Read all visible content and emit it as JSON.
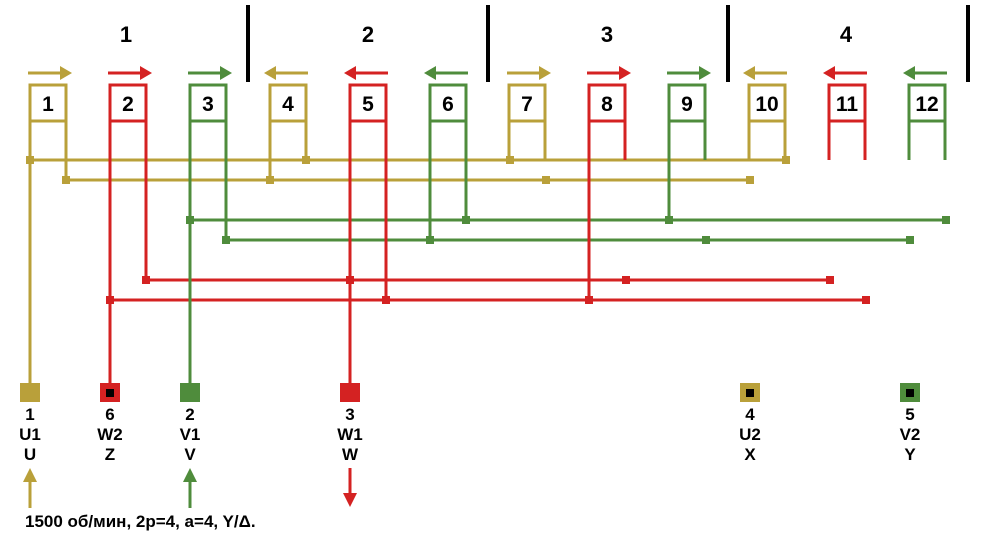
{
  "colors": {
    "phase_u": "#b9a03a",
    "phase_v": "#4f8c3c",
    "phase_w": "#d42222",
    "separator": "#000000"
  },
  "groups": [
    "1",
    "2",
    "3",
    "4"
  ],
  "coils": [
    {
      "label": "1",
      "phase": "u",
      "direction": "right"
    },
    {
      "label": "2",
      "phase": "w",
      "direction": "right"
    },
    {
      "label": "3",
      "phase": "v",
      "direction": "right"
    },
    {
      "label": "4",
      "phase": "u",
      "direction": "left"
    },
    {
      "label": "5",
      "phase": "w",
      "direction": "left"
    },
    {
      "label": "6",
      "phase": "v",
      "direction": "left"
    },
    {
      "label": "7",
      "phase": "u",
      "direction": "right"
    },
    {
      "label": "8",
      "phase": "w",
      "direction": "right"
    },
    {
      "label": "9",
      "phase": "v",
      "direction": "right"
    },
    {
      "label": "10",
      "phase": "u",
      "direction": "left"
    },
    {
      "label": "11",
      "phase": "w",
      "direction": "left"
    },
    {
      "label": "12",
      "phase": "v",
      "direction": "left"
    }
  ],
  "terminals": [
    {
      "number": "1",
      "code": "U1",
      "old_code": "U",
      "phase": "u",
      "end": false,
      "arrow": "up"
    },
    {
      "number": "6",
      "code": "W2",
      "old_code": "Z",
      "phase": "w",
      "end": true,
      "arrow": ""
    },
    {
      "number": "2",
      "code": "V1",
      "old_code": "V",
      "phase": "v",
      "end": false,
      "arrow": "up"
    },
    {
      "number": "3",
      "code": "W1",
      "old_code": "W",
      "phase": "w",
      "end": false,
      "arrow": "down"
    },
    {
      "number": "4",
      "code": "U2",
      "old_code": "X",
      "phase": "u",
      "end": true,
      "arrow": ""
    },
    {
      "number": "5",
      "code": "V2",
      "old_code": "Y",
      "phase": "v",
      "end": true,
      "arrow": ""
    }
  ],
  "caption": "1500 об/мин, 2p=4, a=4, Y/Δ."
}
